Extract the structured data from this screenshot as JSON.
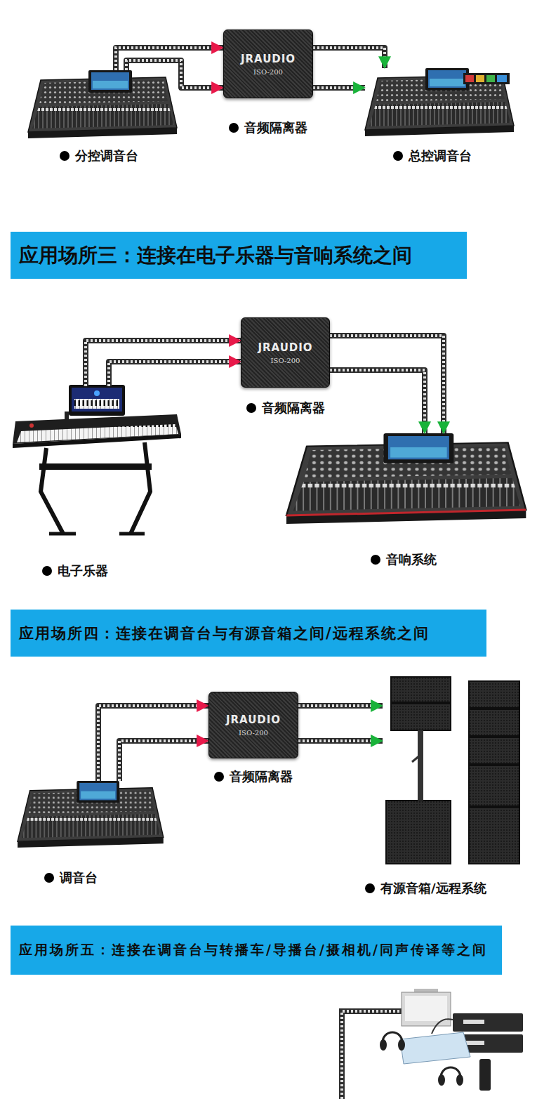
{
  "diagram": {
    "nodes": [
      {
        "text": [
          "分控调音台"
        ]
      },
      {
        "text": [
          "JRAUDIO",
          "ISO-200",
          "音频隔离器"
        ]
      },
      {
        "text": [
          "总控调音台"
        ]
      },
      {
        "text": [
          "应用场所三：连接在电子乐器与音响系统之间"
        ]
      },
      {
        "text": [
          "电子乐器"
        ]
      },
      {
        "text": [
          "JRAUDIO",
          "ISO-200",
          "音频隔离器"
        ]
      },
      {
        "text": [
          "音响系统"
        ]
      },
      {
        "text": [
          "应用场所四：连接在调音台与有源音箱之间/远程系统之间"
        ]
      },
      {
        "text": [
          "调音台"
        ]
      },
      {
        "text": [
          "JRAUDIO",
          "ISO-200",
          "音频隔离器"
        ]
      },
      {
        "text": [
          "有源音箱/远程系统"
        ]
      },
      {
        "text": [
          "应用场所五：连接在调音台与转播车/导播台/摄相机/同声传译等之间"
        ]
      }
    ],
    "edges": [
      {
        "from": 0,
        "to": 1,
        "arrow": "to"
      },
      {
        "from": 0,
        "to": 1,
        "arrow": "to"
      },
      {
        "from": 1,
        "to": 2,
        "arrow": "to"
      },
      {
        "from": 1,
        "to": 2,
        "arrow": "to"
      },
      {
        "from": 4,
        "to": 5,
        "arrow": "to"
      },
      {
        "from": 4,
        "to": 5,
        "arrow": "to"
      },
      {
        "from": 5,
        "to": 6,
        "arrow": "to"
      },
      {
        "from": 5,
        "to": 6,
        "arrow": "to"
      },
      {
        "from": 8,
        "to": 9,
        "arrow": "to"
      },
      {
        "from": 8,
        "to": 9,
        "arrow": "to"
      },
      {
        "from": 9,
        "to": 10,
        "arrow": "to"
      },
      {
        "from": 9,
        "to": 10,
        "arrow": "to"
      }
    ]
  }
}
